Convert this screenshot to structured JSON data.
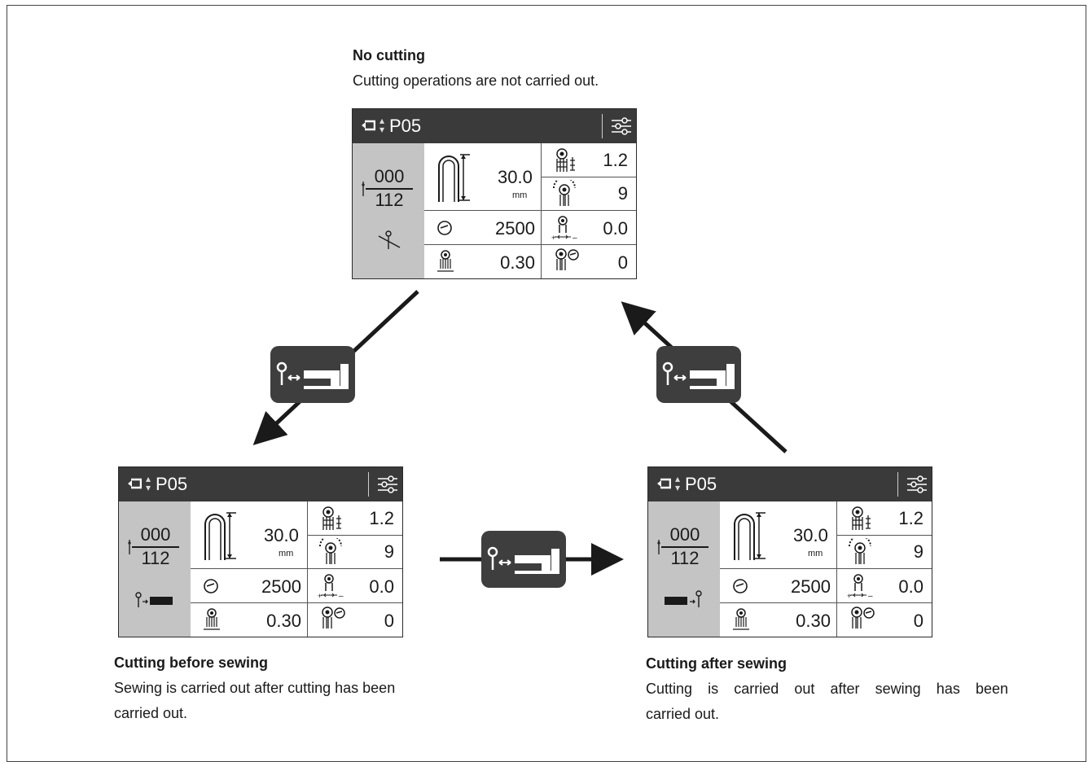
{
  "captions": {
    "no_cutting": {
      "title": "No cutting",
      "text": "Cutting operations are not carried out."
    },
    "before": {
      "title": "Cutting before sewing",
      "text_line1": "Sewing is carried out after cutting has been",
      "text_line2": "carried out."
    },
    "after": {
      "title": "Cutting after sewing",
      "text_line1": "Cutting is carried out after sewing has been",
      "text_line2": "carried out."
    }
  },
  "panels": [
    {
      "id": "no-cutting",
      "program": "P05",
      "counter_top": "000",
      "counter_bottom": "112",
      "length": "30.0",
      "length_unit": "mm",
      "speed": "2500",
      "value_c": "0.30",
      "value_r1": "1.2",
      "value_r2": "9",
      "value_r3": "0.0",
      "value_r4": "0",
      "mode_icon": "no-cut-icon"
    },
    {
      "id": "before-sewing",
      "program": "P05",
      "counter_top": "000",
      "counter_bottom": "112",
      "length": "30.0",
      "length_unit": "mm",
      "speed": "2500",
      "value_c": "0.30",
      "value_r1": "1.2",
      "value_r2": "9",
      "value_r3": "0.0",
      "value_r4": "0",
      "mode_icon": "cut-before-sewing-icon"
    },
    {
      "id": "after-sewing",
      "program": "P05",
      "counter_top": "000",
      "counter_bottom": "112",
      "length": "30.0",
      "length_unit": "mm",
      "speed": "2500",
      "value_c": "0.30",
      "value_r1": "1.2",
      "value_r2": "9",
      "value_r3": "0.0",
      "value_r4": "0",
      "mode_icon": "cut-after-sewing-icon"
    }
  ],
  "colors": {
    "panel_header": "#3a3a3a",
    "side_bg": "#c4c4c4",
    "badge": "#3e3e3e",
    "arrow": "#1a1a1a"
  }
}
